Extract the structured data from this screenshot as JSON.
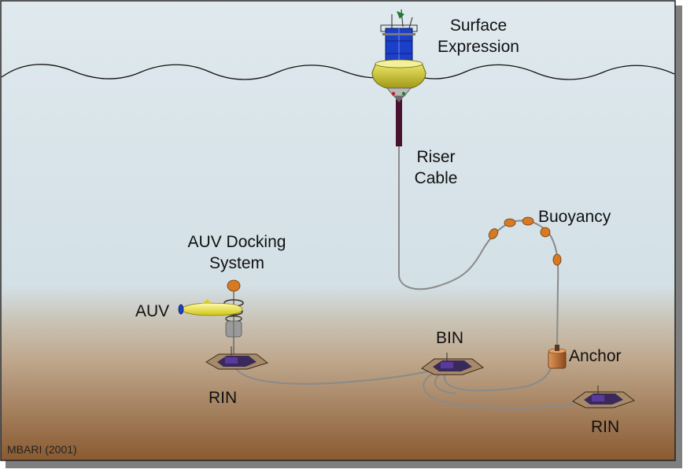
{
  "colors": {
    "water_top": "#dfe9ee",
    "water_mid": "#cfdde4",
    "seafloor_top": "#c4ae94",
    "seafloor_bottom": "#8a5a30",
    "cable": "#8a8a8a",
    "riser": "#4a1030",
    "float": "#d77a22",
    "buoy_hull": "#d6cf28",
    "buoy_panel": "#1c3fc8",
    "auv_body": "#f2ee3a",
    "anchor": "#b86a28"
  },
  "labels": {
    "surface_line1": "Surface",
    "surface_line2": "Expression",
    "riser_line1": "Riser",
    "riser_line2": "Cable",
    "buoyancy": "Buoyancy",
    "auv_dock_line1": "AUV Docking",
    "auv_dock_line2": "System",
    "auv": "AUV",
    "bin": "BIN",
    "anchor": "Anchor",
    "rin_left": "RIN",
    "rin_right": "RIN",
    "credit": "MBARI (2001)"
  }
}
